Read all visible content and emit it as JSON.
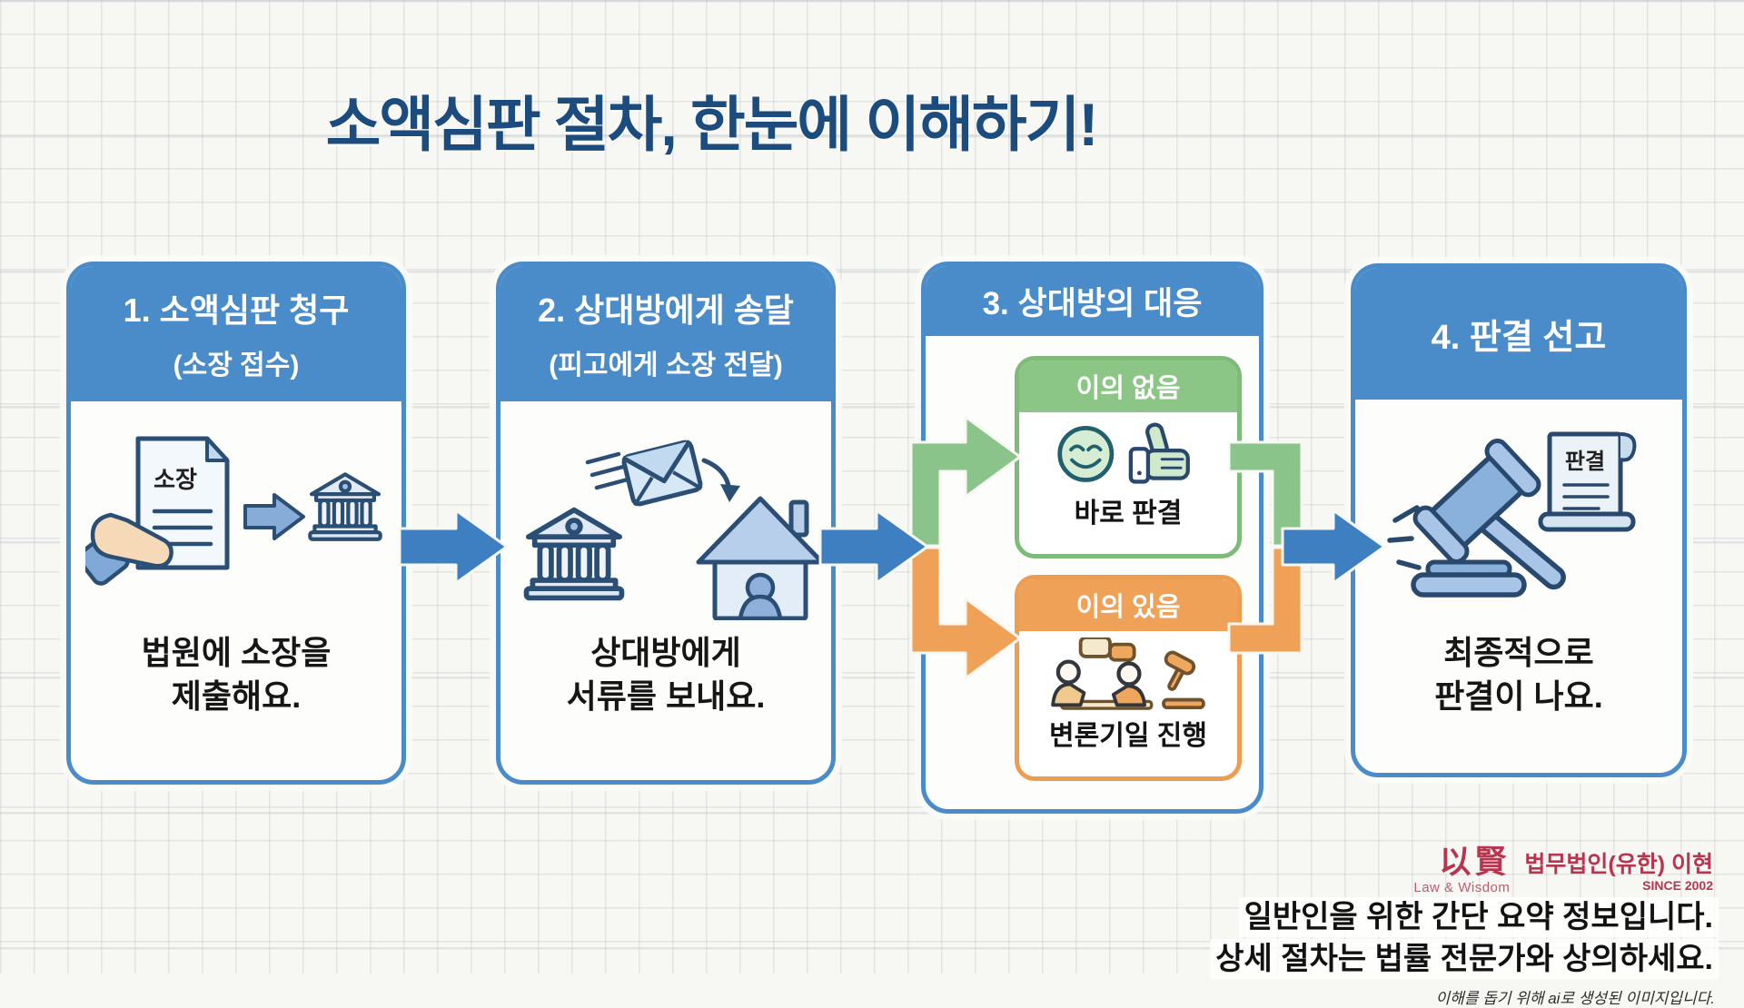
{
  "title": "소액심판 절차, 한눈에 이해하기!",
  "steps": [
    {
      "number_title": "1. 소액심판 청구",
      "subtitle": "(소장 접수)",
      "doc_label": "소장",
      "description_line1": "법원에 소장을",
      "description_line2": "제출해요."
    },
    {
      "number_title": "2. 상대방에게 송달",
      "subtitle": "(피고에게 소장 전달)",
      "description_line1": "상대방에게",
      "description_line2": "서류를 보내요."
    },
    {
      "number_title": "3. 상대방의 대응",
      "branches": [
        {
          "label": "이의 없음",
          "result": "바로 판결"
        },
        {
          "label": "이의 있음",
          "result": "변론기일 진행"
        }
      ]
    },
    {
      "number_title": "4. 판결 선고",
      "scroll_label": "판결",
      "description_line1": "최종적으로",
      "description_line2": "판결이 나요."
    }
  ],
  "footer": {
    "logo_hanja": "以賢",
    "logo_tagline": "Law & Wisdom",
    "logo_firm": "법무법인(유한) 이현",
    "logo_since": "SINCE 2002",
    "note_line1": "일반인을 위한 간단 요약 정보입니다.",
    "note_line2": "상세 절차는 법률 전문가와 상의하세요.",
    "ai_note": "이해를 돕기 위해 ai로 생성된 이미지입니다."
  },
  "colors": {
    "title_navy": "#1c4b7d",
    "card_blue": "#4a8cca",
    "arrow_blue": "#3e7fc1",
    "branch_green": "#8bc48b",
    "branch_orange": "#f0a158",
    "logo_red": "#b9344f",
    "background": "#f7f7f3"
  }
}
